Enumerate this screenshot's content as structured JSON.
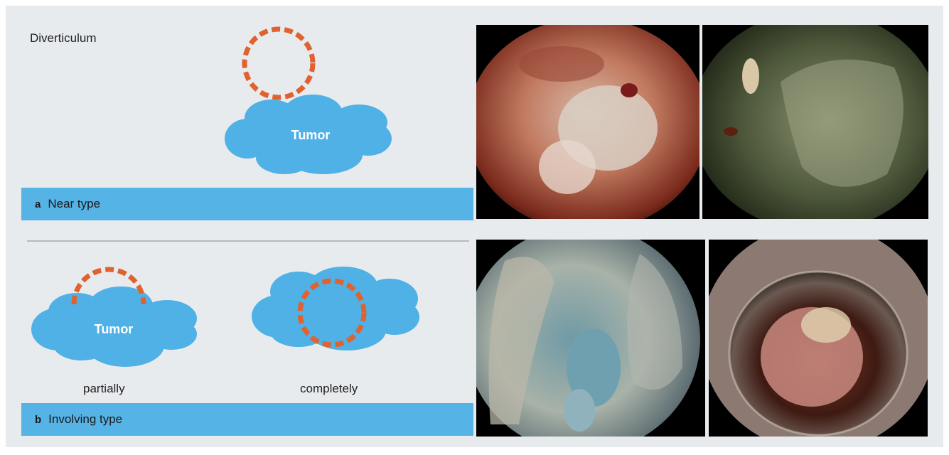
{
  "panel_a": {
    "top_label": "Diverticulum",
    "tumor_label": "Tumor",
    "caption_letter": "a",
    "caption_text": "Near type"
  },
  "panel_b": {
    "tumor_label": "Tumor",
    "left_sublabel": "partially",
    "right_sublabel": "completely",
    "caption_letter": "b",
    "caption_text": "Involving type"
  },
  "colors": {
    "cloud": "#4fb1e6",
    "circle": "#e0622f",
    "bar": "#55b3e6",
    "panel_bg": "#e8ebee"
  },
  "photos": [
    {
      "name": "endoscopic-photo-a1"
    },
    {
      "name": "endoscopic-photo-a2"
    },
    {
      "name": "endoscopic-photo-b1"
    },
    {
      "name": "endoscopic-photo-b2"
    }
  ]
}
